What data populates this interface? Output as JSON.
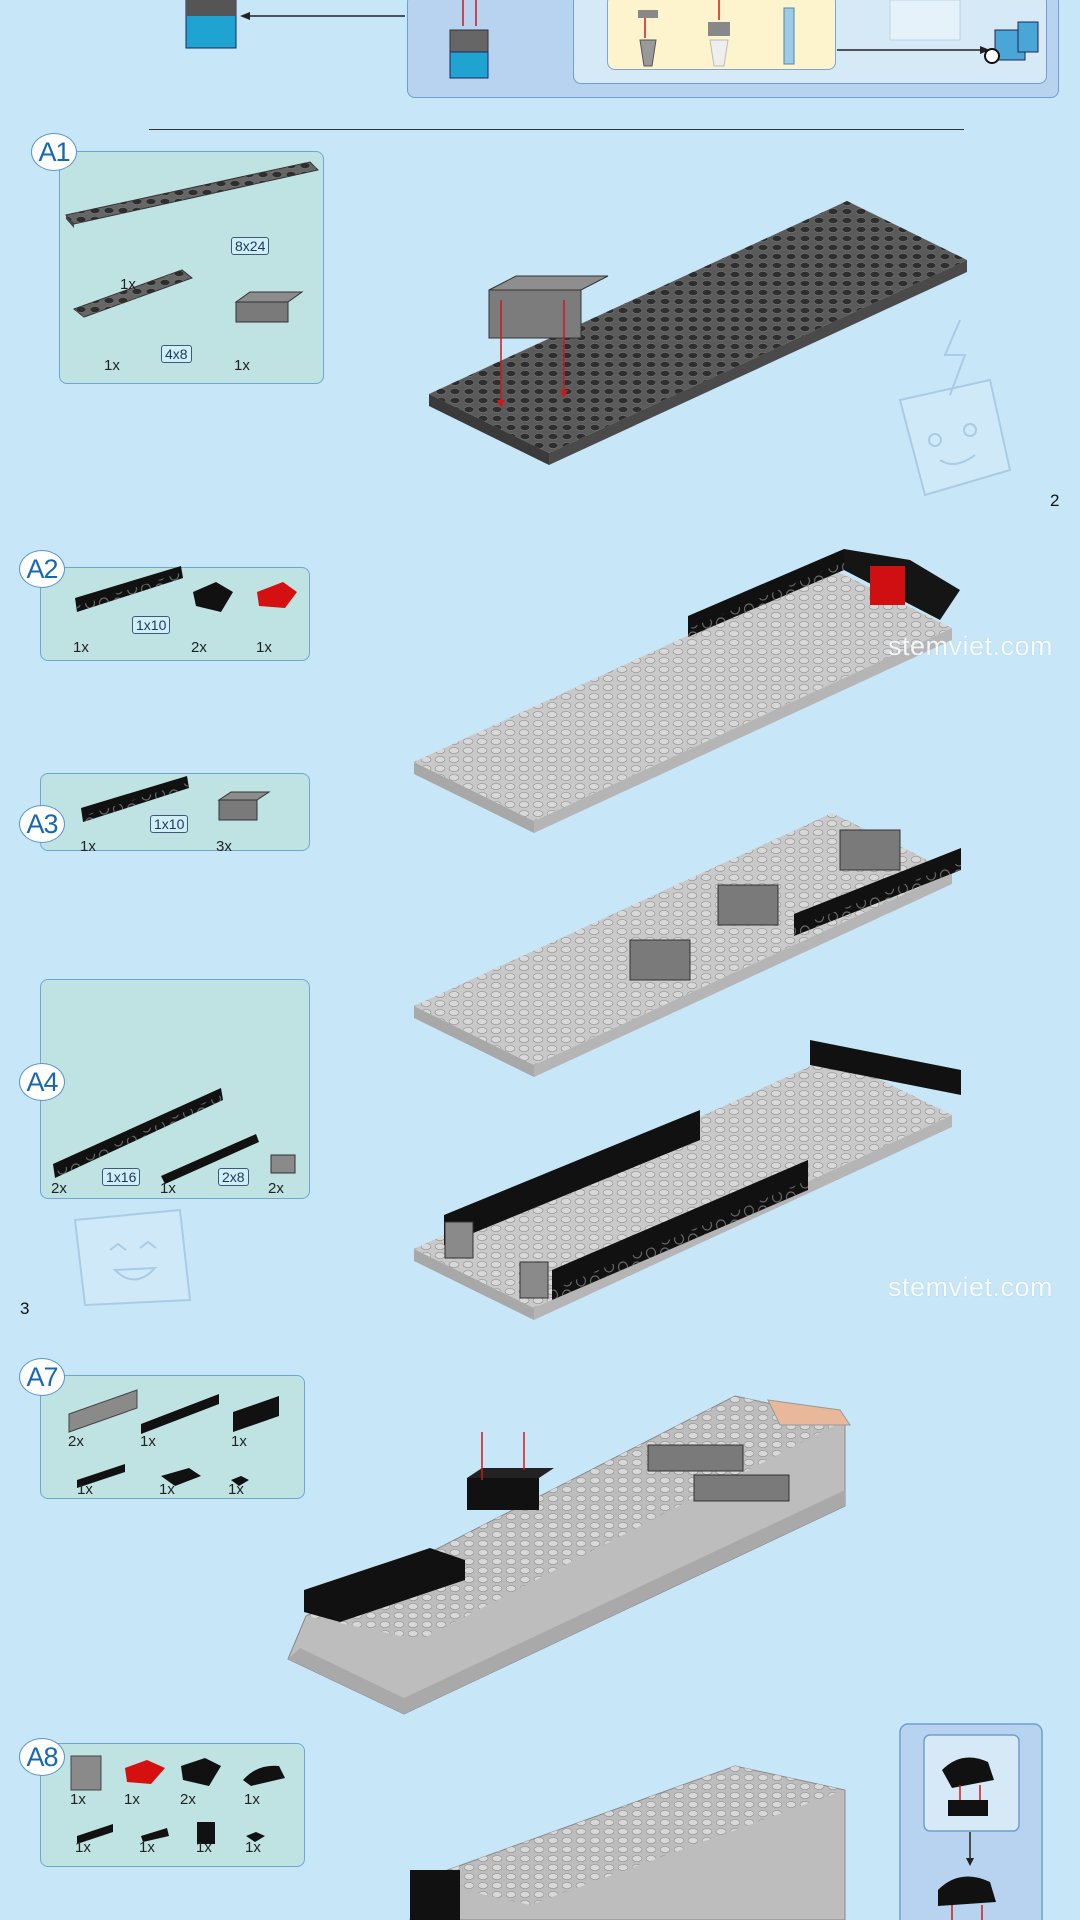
{
  "page_numbers": {
    "left": "3",
    "right": "2"
  },
  "watermark": "stemviet.com",
  "steps": [
    {
      "label": "A1",
      "parts": [
        {
          "qty": "1x",
          "size": "8x24",
          "color": "#555555"
        },
        {
          "qty": "1x",
          "size": "4x8",
          "color": "#555555"
        },
        {
          "qty": "1x",
          "color": "#707070"
        }
      ]
    },
    {
      "label": "A2",
      "parts": [
        {
          "qty": "1x",
          "size": "1x10",
          "color": "#111111"
        },
        {
          "qty": "2x",
          "color": "#111111"
        },
        {
          "qty": "1x",
          "color": "#d41010"
        }
      ]
    },
    {
      "label": "A3",
      "parts": [
        {
          "qty": "1x",
          "size": "1x10",
          "color": "#111111"
        },
        {
          "qty": "3x",
          "color": "#7a7a7a"
        }
      ]
    },
    {
      "label": "A4",
      "parts": [
        {
          "qty": "2x",
          "size": "1x16",
          "color": "#111111"
        },
        {
          "qty": "1x",
          "size": "2x8",
          "color": "#111111"
        },
        {
          "qty": "2x",
          "color": "#8a8a8a"
        }
      ]
    },
    {
      "label": "A7",
      "parts": [
        {
          "qty": "2x"
        },
        {
          "qty": "1x"
        },
        {
          "qty": "1x"
        },
        {
          "qty": "1x"
        },
        {
          "qty": "1x"
        },
        {
          "qty": "1x"
        }
      ]
    },
    {
      "label": "A8",
      "parts": [
        {
          "qty": "1x"
        },
        {
          "qty": "1x"
        },
        {
          "qty": "2x"
        },
        {
          "qty": "1x"
        },
        {
          "qty": "1x"
        },
        {
          "qty": "1x"
        },
        {
          "qty": "1x"
        },
        {
          "qty": "1x"
        }
      ]
    }
  ],
  "colors": {
    "background": "#c7e7f8",
    "partbox": "#bfe2e2",
    "step_number": "#1868b0",
    "arrow": "#d01818"
  }
}
